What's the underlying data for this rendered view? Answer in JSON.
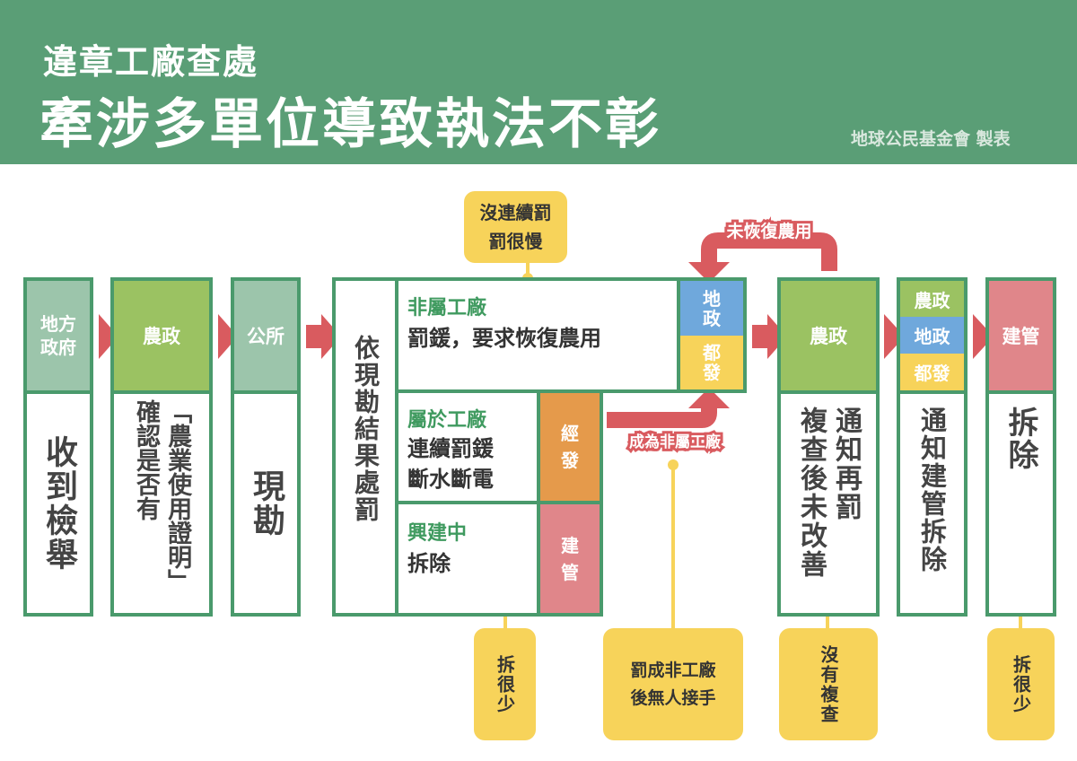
{
  "header": {
    "line1": "違章工廠查處",
    "line2": "牽涉多單位導致執法不彰",
    "credit": "地球公民基金會 製表"
  },
  "col1": {
    "agency": "地方政府",
    "action": "收到檢舉"
  },
  "col2": {
    "agency": "農政",
    "action_line1": "「農業使用證明」",
    "action_line2": "確認是否有"
  },
  "col3": {
    "agency": "公所",
    "action": "現勘"
  },
  "col4": {
    "action": "依現勘結果處罰",
    "row1": {
      "title": "非屬工廠",
      "desc": "罰鍰，要求恢復農用",
      "agency_top": "地政",
      "agency_bottom": "都發"
    },
    "row2": {
      "title": "屬於工廠",
      "desc1": "連續罰鍰",
      "desc2": "斷水斷電",
      "agency": "經發"
    },
    "row3": {
      "title": "興建中",
      "desc": "拆除",
      "agency": "建管"
    }
  },
  "col5": {
    "agency": "農政",
    "action_line1": "通知再罰",
    "action_line2": "複查後未改善"
  },
  "col6": {
    "agency1": "農政",
    "agency2": "地政",
    "agency3": "都發",
    "action": "通知建管拆除"
  },
  "col7": {
    "agency": "建管",
    "action": "拆除"
  },
  "arrows": {
    "loop": "未恢復農用",
    "become": "成為非屬工廠"
  },
  "callouts": {
    "c1_line1": "沒連續罰",
    "c1_line2": "罰很慢",
    "c2": "拆很少",
    "c3_line1": "罰成非工廠",
    "c3_line2": "後無人接手",
    "c4": "沒有複查",
    "c5": "拆很少"
  },
  "colors": {
    "green": "#5a9e76",
    "border": "#4a9a6c",
    "red": "#d95b5f",
    "yellow": "#f7d35a",
    "blue": "#6fa8dc",
    "orange": "#e59a4b",
    "pink": "#e0868a",
    "lightgreen": "#9bc262",
    "sage": "#9cc5ab"
  }
}
